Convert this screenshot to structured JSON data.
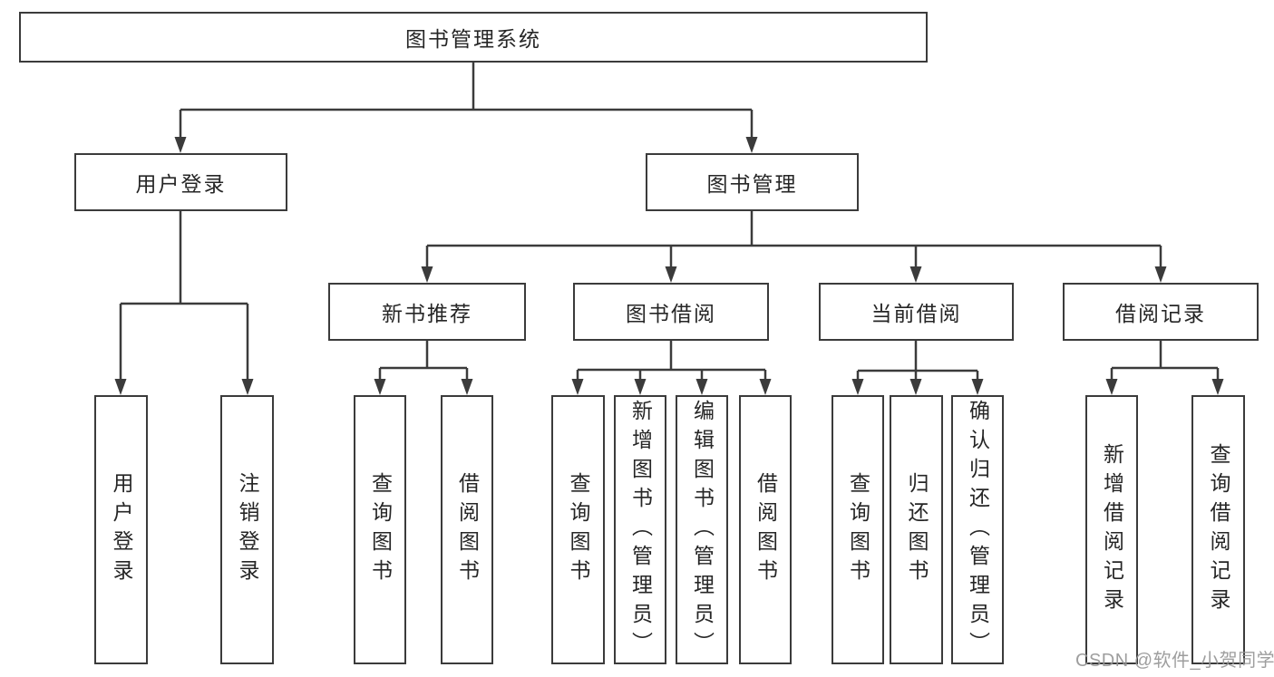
{
  "diagram": {
    "root": {
      "label": "图书管理系统"
    },
    "branches": [
      {
        "label": "用户登录",
        "children": [
          {
            "label": "用户登录"
          },
          {
            "label": "注销登录"
          }
        ]
      },
      {
        "label": "图书管理",
        "sections": [
          {
            "label": "新书推荐",
            "children": [
              {
                "label": "查询图书"
              },
              {
                "label": "借阅图书"
              }
            ]
          },
          {
            "label": "图书借阅",
            "children": [
              {
                "label": "查询图书"
              },
              {
                "label": "新增图书（管理员）"
              },
              {
                "label": "编辑图书（管理员）"
              },
              {
                "label": "借阅图书"
              }
            ]
          },
          {
            "label": "当前借阅",
            "children": [
              {
                "label": "查询图书"
              },
              {
                "label": "归还图书"
              },
              {
                "label": "确认归还（管理员）"
              }
            ]
          },
          {
            "label": "借阅记录",
            "children": [
              {
                "label": "新增借阅记录"
              },
              {
                "label": "查询借阅记录"
              }
            ]
          }
        ]
      }
    ]
  },
  "watermark": {
    "text": "CSDN @软件_小贺同学"
  },
  "colors": {
    "line": "#3b3b3b",
    "box_border": "#3b3b3b",
    "box_fill": "#ffffff",
    "text": "#262626",
    "watermark": "#969696",
    "background": "#ffffff"
  }
}
